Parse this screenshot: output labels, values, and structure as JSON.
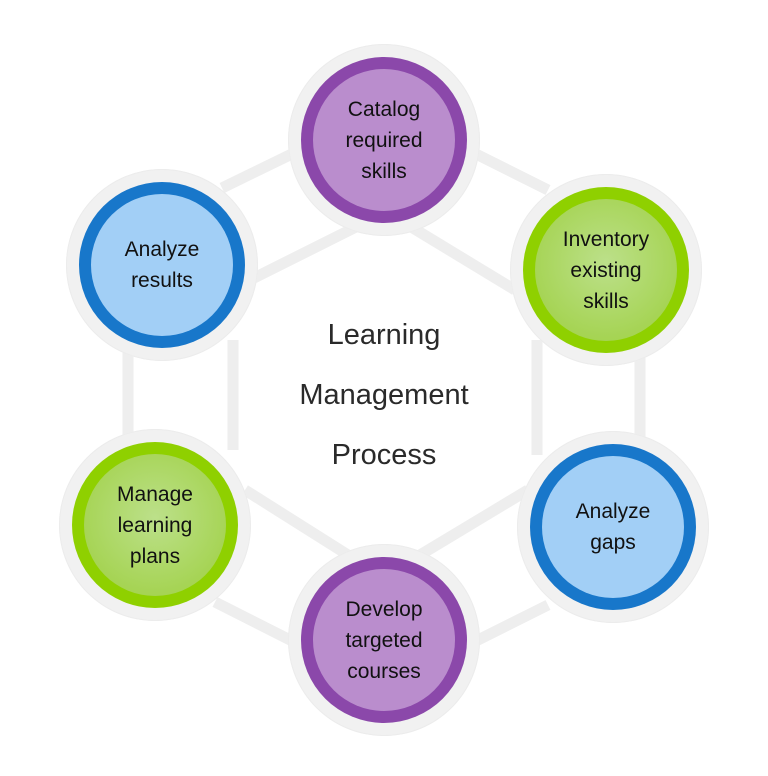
{
  "diagram": {
    "title": "Learning\nManagement\nProcess",
    "type": "cycle",
    "nodes": [
      {
        "id": "catalog",
        "label": "Catalog\nrequired\nskills",
        "color": "purple",
        "ring": "#8B48AA",
        "fill": "#BA8DCD"
      },
      {
        "id": "inventory",
        "label": "Inventory\nexisting\nskills",
        "color": "green",
        "ring": "#8FD000",
        "fill": "#A6D455"
      },
      {
        "id": "analyze-gaps",
        "label": "Analyze\ngaps",
        "color": "blue",
        "ring": "#1877CA",
        "fill": "#A2CFF6"
      },
      {
        "id": "develop",
        "label": "Develop\ntargeted\ncourses",
        "color": "purple",
        "ring": "#8B48AA",
        "fill": "#BA8DCD"
      },
      {
        "id": "manage",
        "label": "Manage\nlearning\nplans",
        "color": "green",
        "ring": "#8FD000",
        "fill": "#A6D455"
      },
      {
        "id": "analyze-results",
        "label": "Analyze\nresults",
        "color": "blue",
        "ring": "#1877CA",
        "fill": "#A2CFF6"
      }
    ],
    "connector_color": "#EFEFEF"
  }
}
